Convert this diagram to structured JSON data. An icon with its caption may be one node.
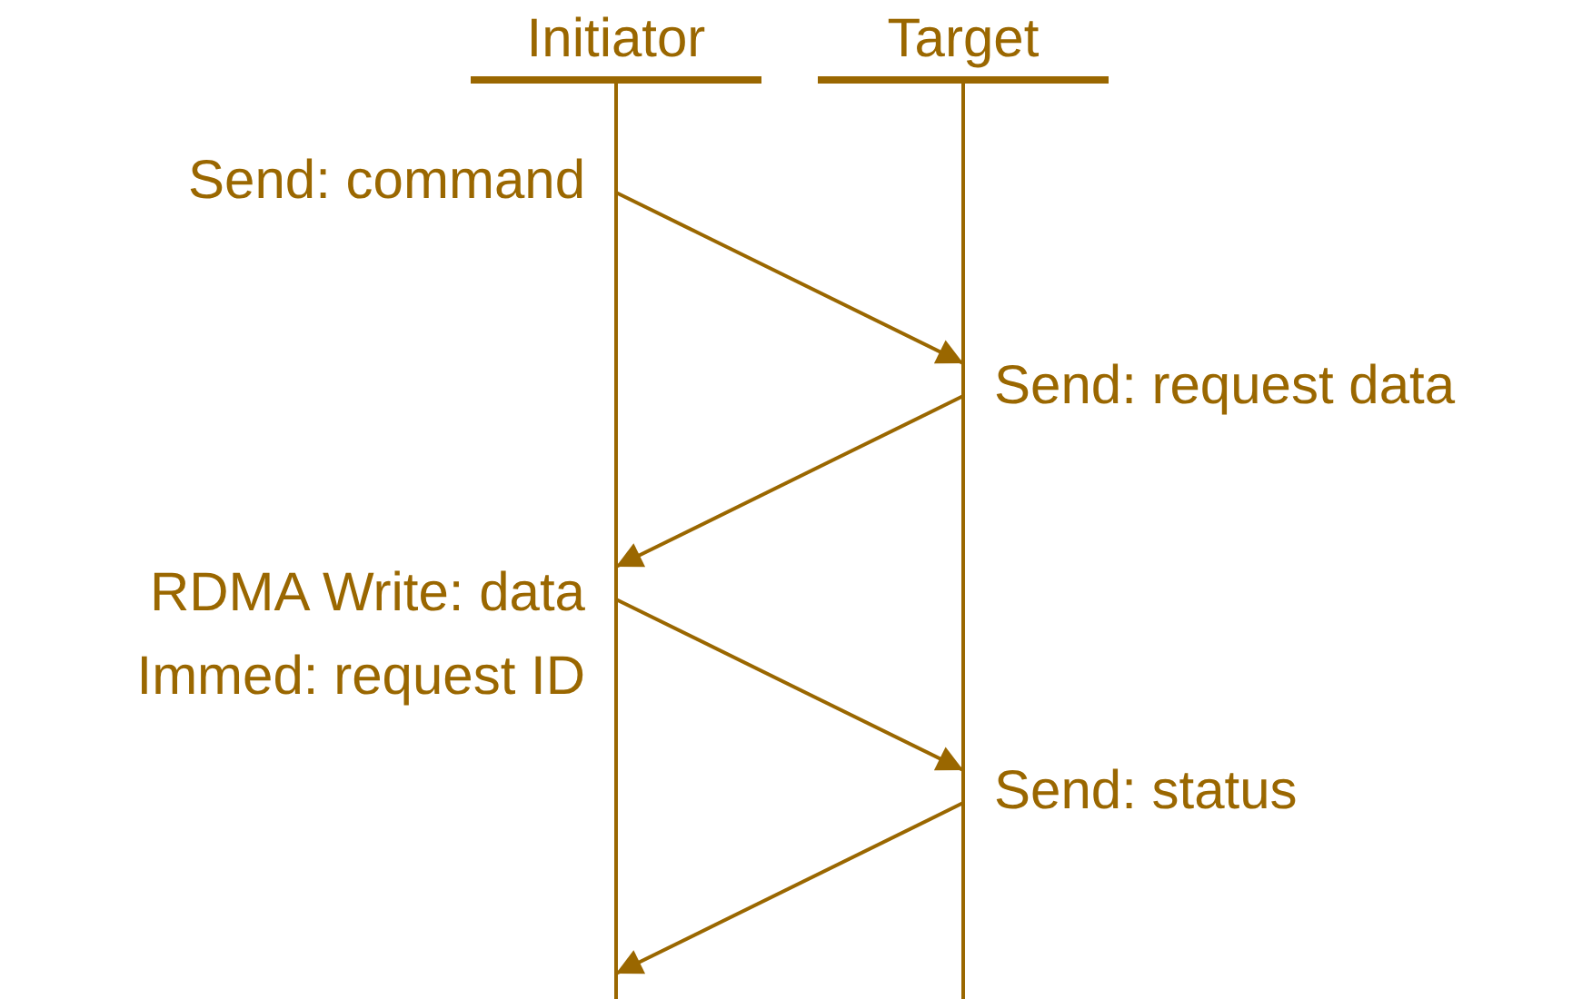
{
  "diagram": {
    "nodes": [
      {
        "text": [
          "Initiator"
        ]
      },
      {
        "text": [
          "Target"
        ]
      }
    ],
    "edges": [
      {
        "from": 0,
        "to": 1,
        "arrow": "to",
        "label": "Send: command"
      },
      {
        "from": 1,
        "to": 0,
        "arrow": "to",
        "label": "Send: request data"
      },
      {
        "from": 0,
        "to": 1,
        "arrow": "to",
        "label": "RDMA Write: data Immed: request ID"
      },
      {
        "from": 1,
        "to": 0,
        "arrow": "to",
        "label": "Send: status"
      }
    ]
  }
}
